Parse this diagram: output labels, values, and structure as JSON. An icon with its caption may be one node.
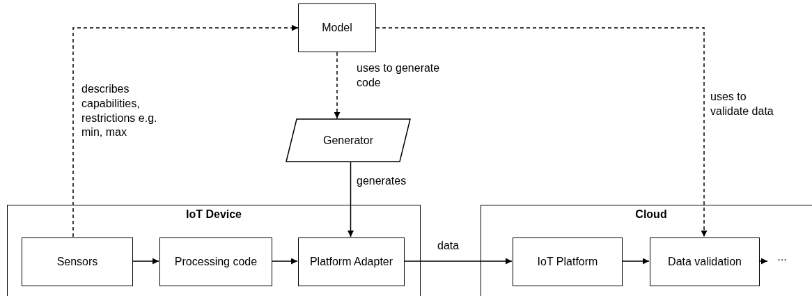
{
  "diagram": {
    "nodes": [
      {
        "text": [
          "Model"
        ]
      },
      {
        "text": [
          "Generator"
        ]
      },
      {
        "text": [
          "IoT Device"
        ]
      },
      {
        "text": [
          "Sensors"
        ],
        "in": 2
      },
      {
        "text": [
          "Processing code"
        ],
        "in": 2
      },
      {
        "text": [
          "Platform Adapter"
        ],
        "in": 2
      },
      {
        "text": [
          "Cloud"
        ]
      },
      {
        "text": [
          "IoT Platform"
        ],
        "in": 6
      },
      {
        "text": [
          "Data validation"
        ],
        "in": 6
      },
      {
        "text": [
          "..."
        ],
        "in": 6
      }
    ],
    "edges": [
      {
        "from": 3,
        "to": 0,
        "arrow": "to",
        "style": "dashed",
        "label": "describes capabilities, restrictions e.g. min, max"
      },
      {
        "from": 0,
        "to": 1,
        "arrow": "to",
        "style": "dashed",
        "label": "uses to generate code"
      },
      {
        "from": 0,
        "to": 8,
        "arrow": "to",
        "style": "dashed",
        "label": "uses to validate data"
      },
      {
        "from": 1,
        "to": 5,
        "arrow": "to",
        "label": "generates"
      },
      {
        "from": 3,
        "to": 4,
        "arrow": "to"
      },
      {
        "from": 4,
        "to": 5,
        "arrow": "to"
      },
      {
        "from": 5,
        "to": 7,
        "arrow": "to",
        "label": "data"
      },
      {
        "from": 7,
        "to": 8,
        "arrow": "to"
      },
      {
        "from": 8,
        "to": 9,
        "arrow": "to"
      }
    ]
  }
}
